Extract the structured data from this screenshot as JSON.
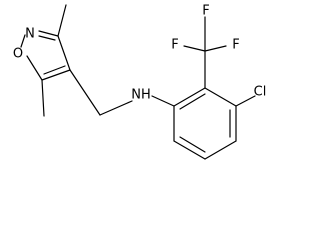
{
  "molecule": {
    "colors": {
      "bond": "#000000",
      "label": "#000000",
      "background": "#ffffff"
    },
    "labels": {
      "ring_n": "N",
      "ring_o": "O",
      "amine": "NH",
      "chloro": "Cl",
      "f1": "F",
      "f2": "F",
      "f3": "F"
    }
  }
}
